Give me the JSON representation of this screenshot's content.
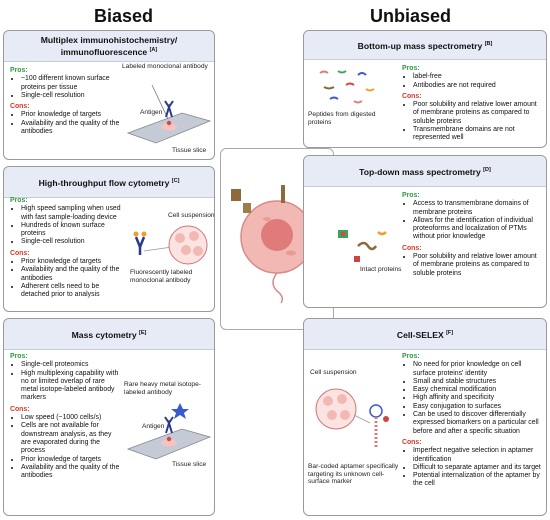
{
  "headers": {
    "biased": "Biased",
    "unbiased": "Unbiased"
  },
  "panels": {
    "mihc": {
      "title": "Multiplex immunohistochemistry/ immunofluorescence",
      "ref": "[A]",
      "pros": [
        "~100 different known surface proteins per tissue",
        "Single-cell resolution"
      ],
      "cons": [
        "Prior knowledge of targets",
        "Availability and the quality of the antibodies"
      ],
      "labels": {
        "antibody": "Labeled monoclonal antibody",
        "antigen": "Antigen",
        "tissue": "Tissue slice"
      }
    },
    "flow": {
      "title": "High-throughput flow cytometry",
      "ref": "[C]",
      "pros": [
        "High speed sampling when used with fast sample-loading device",
        "Hundreds of known surface proteins",
        "Single-cell resolution"
      ],
      "cons": [
        "Prior knowledge of targets",
        "Availability and the quality of the antibodies",
        "Adherent cells need to be detached prior to analysis"
      ],
      "labels": {
        "suspension": "Cell suspension",
        "antibody": "Fluorescently labeled monoclonal antibody"
      }
    },
    "mass": {
      "title": "Mass cytometry",
      "ref": "[E]",
      "pros": [
        "Single-cell proteomics",
        "High multiplexing capability with no or limited overlap of rare metal isotope-labeled antibody markers"
      ],
      "cons": [
        "Low speed (~1000 cells/s)",
        "Cells are not available for downstream analysis, as they are evaporated during the process",
        "Prior knowledge of targets",
        "Availability and the quality of the antibodies"
      ],
      "labels": {
        "antibody": "Rare heavy metal isotope-labeled antibody",
        "antigen": "Antigen",
        "tissue": "Tissue slice"
      }
    },
    "bottomup": {
      "title": "Bottom-up mass spectrometry",
      "ref": "[B]",
      "pros": [
        "label-free",
        "Antibodies are not required"
      ],
      "cons": [
        "Poor solubility and relative lower amount of membrane proteins as compared to soluble proteins",
        "Transmembrane domains are not represented well"
      ],
      "labels": {
        "peptides": "Peptides from digested proteins"
      }
    },
    "topdown": {
      "title": "Top-down mass spectrometry",
      "ref": "[D]",
      "pros": [
        "Access to transmembrane domains of membrane proteins",
        "Allows for the identification of individual proteoforms and localization of PTMs without prior knowledge"
      ],
      "cons": [
        "Poor solubility and relative lower amount of membrane proteins as compared to soluble proteins"
      ],
      "labels": {
        "intact": "Intact proteins"
      }
    },
    "selex": {
      "title": "Cell-SELEX",
      "ref": "[F]",
      "pros": [
        "No need for prior knowledge on cell surface proteins' identity",
        "Small and stable structures",
        "Easy chemical modification",
        "High affinity and specificity",
        "Easy conjugation to surfaces",
        "Can be used to discover differentially expressed biomarkers on a particular cell before and after a specific situation"
      ],
      "cons": [
        "Imperfect negative selection in aptamer identification",
        "Difficult to separate aptamer and its target",
        "Potential internalization of the aptamer by the cell"
      ],
      "labels": {
        "suspension": "Cell suspension",
        "aptamer": "Bar-coded aptamer specifically targeting its unknown cell-surface marker"
      }
    }
  },
  "words": {
    "pros": "Pros:",
    "cons": "Cons:"
  },
  "colors": {
    "pros": "#2f9c3c",
    "cons": "#d63a2a",
    "title_bg": "#e6ebf6",
    "cell": "#f2b9b4",
    "nucleus": "#e07b7b"
  }
}
